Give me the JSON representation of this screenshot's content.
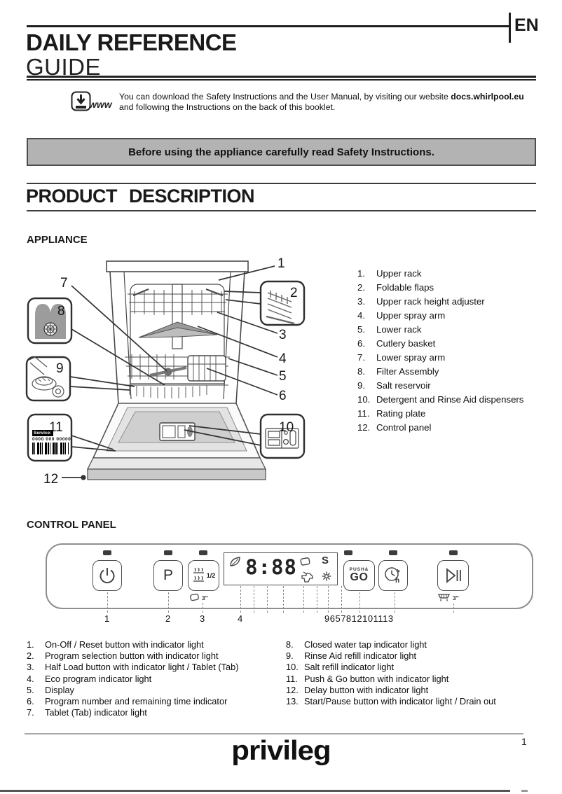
{
  "header": {
    "lang": "EN",
    "title_line1": "DAILY REFERENCE",
    "title_line2": "GUIDE"
  },
  "download_note": {
    "www": "www",
    "line1": "You can download the Safety Instructions and the User Manual, by visiting our website ",
    "line1_bold": "docs.whirlpool.eu",
    "line2": "and following the Instructions on the back of this booklet."
  },
  "banner": {
    "text": "Before using the appliance carefully read Safety Instructions."
  },
  "product_description": {
    "title": "PRODUCT DESCRIPTION",
    "appliance_heading": "APPLIANCE",
    "parts": [
      {
        "num": "1.",
        "label": "Upper rack"
      },
      {
        "num": "2.",
        "label": "Foldable flaps"
      },
      {
        "num": "3.",
        "label": "Upper rack height adjuster"
      },
      {
        "num": "4.",
        "label": "Upper spray arm"
      },
      {
        "num": "5.",
        "label": "Lower rack"
      },
      {
        "num": "6.",
        "label": "Cutlery basket"
      },
      {
        "num": "7.",
        "label": "Lower spray arm"
      },
      {
        "num": "8.",
        "label": "Filter Assembly"
      },
      {
        "num": "9.",
        "label": "Salt reservoir"
      },
      {
        "num": "10.",
        "label": "Detergent and Rinse Aid dispensers"
      },
      {
        "num": "11.",
        "label": "Rating plate"
      },
      {
        "num": "12.",
        "label": "Control panel"
      }
    ],
    "callouts": {
      "c1": "1",
      "c2": "2",
      "c3": "3",
      "c4": "4",
      "c5": "5",
      "c6": "6",
      "c7": "7",
      "c8": "8",
      "c9": "9",
      "c10": "10",
      "c11": "11",
      "c12": "12"
    },
    "rating_plate": {
      "service": "Service:",
      "numbers": "0000 000 00000"
    }
  },
  "control_panel": {
    "heading": "CONTROL PANEL",
    "program_button": "P",
    "half_load_fraction": "1/2",
    "display_time": "8:88",
    "salt_symbol": "S",
    "push_go_top": "PUSH&",
    "push_go_bottom": "GO",
    "delay_unit": "h",
    "tablet_hold_seconds": "3''",
    "drain_hold_seconds": "3''",
    "num1": "1",
    "num2": "2",
    "num3": "3",
    "num4": "4",
    "num_cluster": "9657812101113",
    "items_left": [
      {
        "num": "1.",
        "label": "On-Off / Reset button with indicator light"
      },
      {
        "num": "2.",
        "label": "Program selection button with indicator light"
      },
      {
        "num": "3.",
        "label": "Half Load button with indicator light / Tablet (Tab)"
      },
      {
        "num": "4.",
        "label": "Eco program indicator light"
      },
      {
        "num": "5.",
        "label": "Display"
      },
      {
        "num": "6.",
        "label": "Program number and remaining time indicator"
      },
      {
        "num": "7.",
        "label": "Tablet (Tab) indicator light"
      }
    ],
    "items_right": [
      {
        "num": "8.",
        "label": "Closed water tap indicator light"
      },
      {
        "num": "9.",
        "label": "Rinse Aid refill indicator light"
      },
      {
        "num": "10.",
        "label": "Salt refill indicator light"
      },
      {
        "num": "11.",
        "label": "Push & Go button with indicator light"
      },
      {
        "num": "12.",
        "label": "Delay button with indicator light"
      },
      {
        "num": "13.",
        "label": "Start/Pause button with indicator light / Drain out"
      }
    ]
  },
  "footer": {
    "brand": "privileg",
    "page": "1"
  }
}
